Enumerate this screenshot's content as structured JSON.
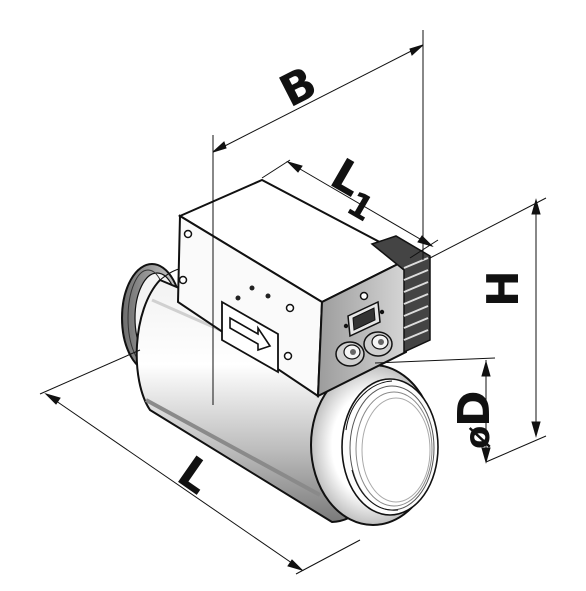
{
  "labels": {
    "B": "B",
    "L1_main": "L",
    "L1_sub": "1",
    "H": "H",
    "D_prefix": "ø",
    "D": "D",
    "L": "L"
  },
  "icons": {
    "duct_heater": "duct-heater-illustration",
    "airflow_arrow": "arrow-right-icon"
  }
}
